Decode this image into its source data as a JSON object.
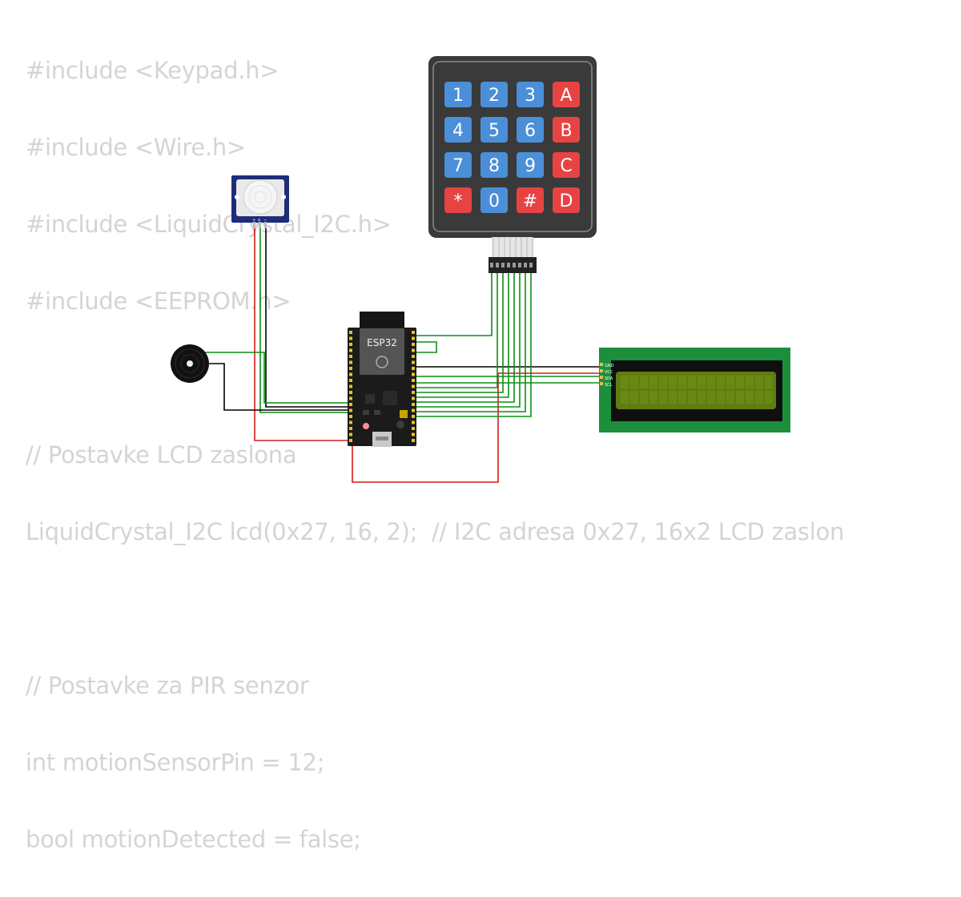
{
  "code_lines": [
    "#include <Keypad.h>",
    "#include <Wire.h>",
    "#include <LiquidCrystal_I2C.h>",
    "#include <EEPROM.h>",
    "",
    "// Postavke LCD zaslona",
    "LiquidCrystal_I2C lcd(0x27, 16, 2);  // I2C adresa 0x27, 16x2 LCD zaslon",
    "",
    "// Postavke za PIR senzor",
    "int motionSensorPin = 12;",
    "bool motionDetected = false;"
  ],
  "esp32": {
    "label": "ESP32"
  },
  "keypad": {
    "keys": [
      "1",
      "2",
      "3",
      "A",
      "4",
      "5",
      "6",
      "B",
      "7",
      "8",
      "9",
      "C",
      "*",
      "0",
      "#",
      "D"
    ],
    "colors": {
      "digit": "#4a8fd8",
      "special": "#e74343",
      "body": "#3a3a3a"
    }
  },
  "lcd": {
    "pins": [
      "GND",
      "VCC",
      "SDA",
      "SCL"
    ],
    "colors": {
      "pcb": "#1d8f3c",
      "screen": "#5f7d10"
    }
  },
  "pir": {
    "pins": [
      "+",
      "o",
      "−"
    ]
  },
  "wire_colors": {
    "ground": "#000000",
    "power": "#d41c1c",
    "signal": "#0b8f16"
  }
}
